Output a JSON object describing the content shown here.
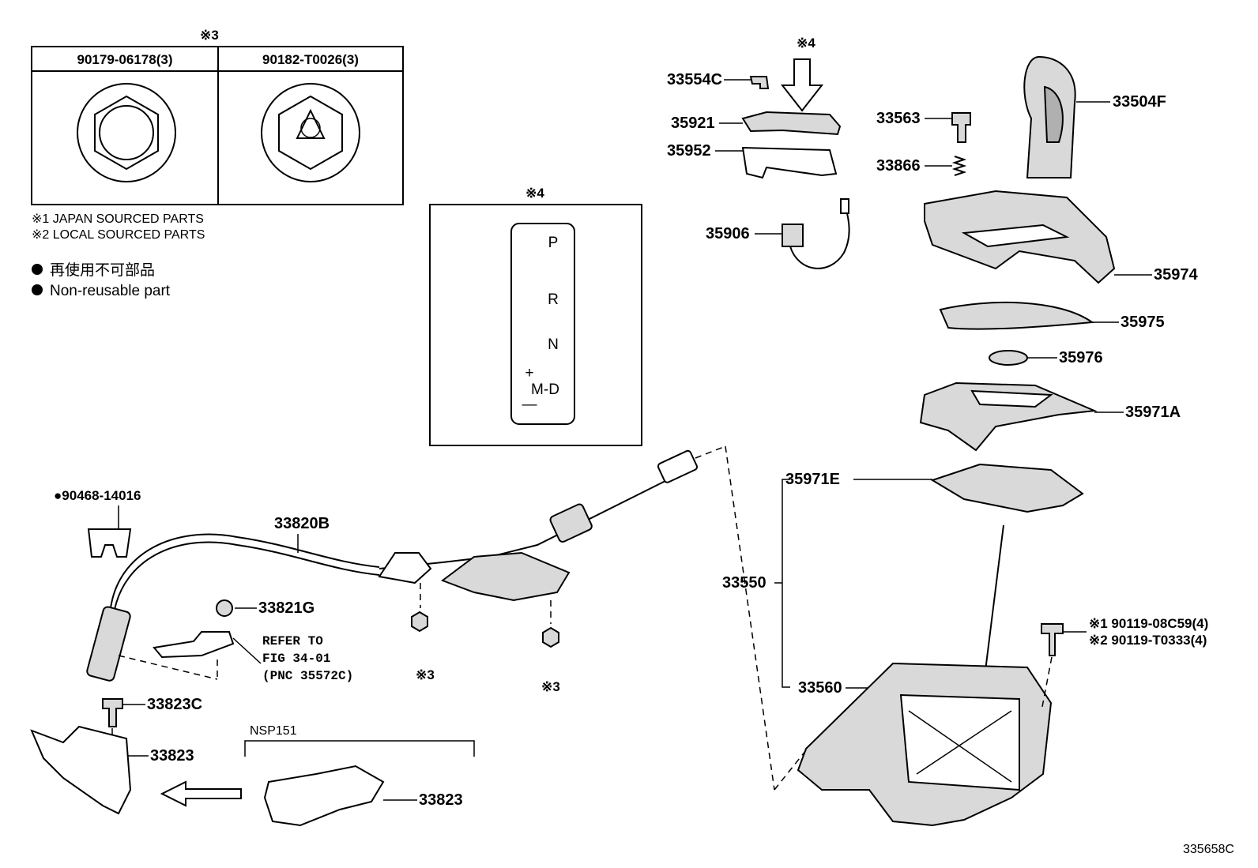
{
  "hardware_table": {
    "header_mark": "※3",
    "col1": "90179-06178(3)",
    "col2": "90182-T0026(3)"
  },
  "notes": {
    "japan": "※1  JAPAN SOURCED PARTS",
    "local": "※2  LOCAL SOURCED PARTS",
    "nonreusable_jp": "再使用不可部品",
    "nonreusable_en": "Non-reusable part"
  },
  "shift_panel": {
    "mark": "※4",
    "p": "P",
    "r": "R",
    "n": "N",
    "plus": "+",
    "md": "M-D",
    "minus": "—"
  },
  "labels": {
    "p33554C": "33554C",
    "mark4_top": "※4",
    "p35921": "35921",
    "p35952": "35952",
    "p35906": "35906",
    "p33563": "33563",
    "p33866": "33866",
    "p33504F": "33504F",
    "p35974": "35974",
    "p35975": "35975",
    "p35976": "35976",
    "p35971A": "35971A",
    "p35971E": "35971E",
    "p33550": "33550",
    "p33560": "33560",
    "bolt1": "※1  90119-08C59(4)",
    "bolt2": "※2  90119-T0333(4)",
    "p90468": "90468-14016",
    "p33820B": "33820B",
    "p33821G": "33821G",
    "refer1": "REFER TO",
    "refer2": "FIG 34-01",
    "refer3": "(PNC 35572C)",
    "mark3a": "※3",
    "mark3b": "※3",
    "p33823C": "33823C",
    "p33823a": "33823",
    "nsp": "NSP151",
    "p33823b": "33823",
    "code": "335658C"
  }
}
